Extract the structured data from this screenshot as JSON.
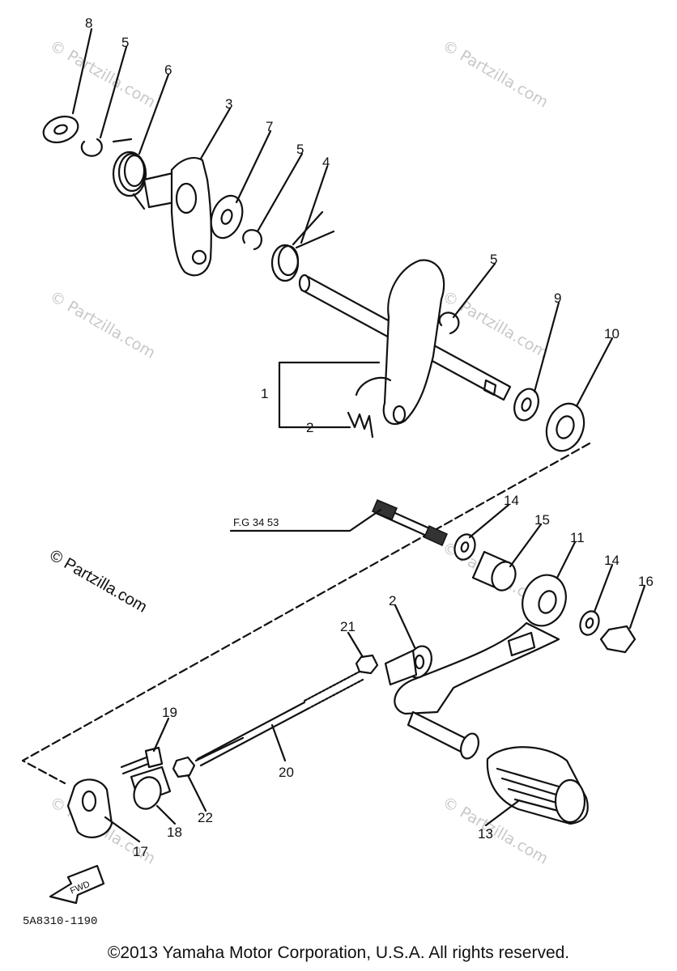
{
  "diagram": {
    "part_labels": [
      {
        "id": "p8",
        "text": "8"
      },
      {
        "id": "p5a",
        "text": "5"
      },
      {
        "id": "p6",
        "text": "6"
      },
      {
        "id": "p3",
        "text": "3"
      },
      {
        "id": "p7",
        "text": "7"
      },
      {
        "id": "p5b",
        "text": "5"
      },
      {
        "id": "p4",
        "text": "4"
      },
      {
        "id": "p5c",
        "text": "5"
      },
      {
        "id": "p9",
        "text": "9"
      },
      {
        "id": "p10",
        "text": "10"
      },
      {
        "id": "p1",
        "text": "1"
      },
      {
        "id": "p2a",
        "text": "2"
      },
      {
        "id": "p14a",
        "text": "14"
      },
      {
        "id": "p15",
        "text": "15"
      },
      {
        "id": "p11",
        "text": "11"
      },
      {
        "id": "p14b",
        "text": "14"
      },
      {
        "id": "p16",
        "text": "16"
      },
      {
        "id": "p21",
        "text": "21"
      },
      {
        "id": "p2b",
        "text": "2"
      },
      {
        "id": "p19",
        "text": "19"
      },
      {
        "id": "p20",
        "text": "20"
      },
      {
        "id": "p22",
        "text": "22"
      },
      {
        "id": "p18",
        "text": "18"
      },
      {
        "id": "p17",
        "text": "17"
      },
      {
        "id": "p13",
        "text": "13"
      }
    ],
    "figure_reference": "F.G 34  53",
    "direction_arrow": "FWD",
    "diagram_code": "5A8310-1190"
  },
  "watermarks": {
    "faint": "© Partzilla.com",
    "dark": "© Partzilla.com"
  },
  "footer": {
    "copyright": "©2013 Yamaha Motor Corporation, U.S.A. All rights reserved."
  }
}
